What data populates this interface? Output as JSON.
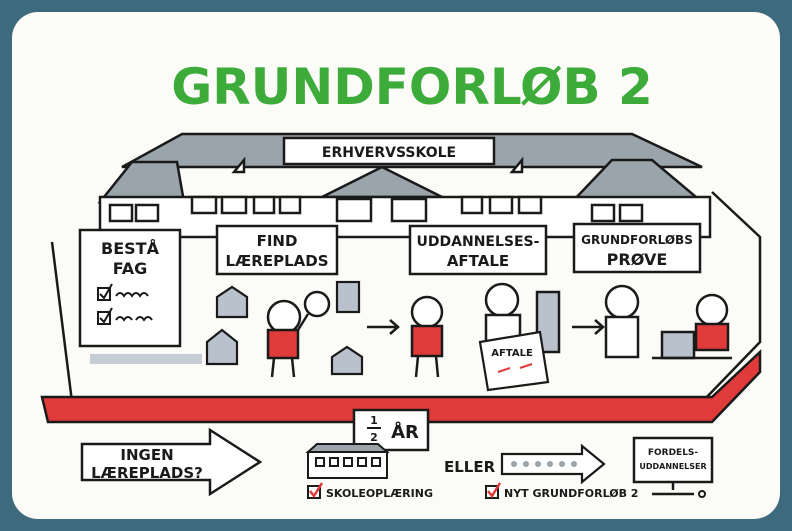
{
  "title": "GRUNDFORLØB 2",
  "building_sign": "ERHVERVSSKOLE",
  "steps": [
    {
      "line1": "BESTÅ",
      "line2": "FAG"
    },
    {
      "line1": "FIND",
      "line2": "LÆREPLADS"
    },
    {
      "line1": "UDDANNELSES-",
      "line2": "AFTALE"
    },
    {
      "line1": "GRUNDFORLØBS",
      "line2": "PRØVE"
    }
  ],
  "contract_label": "AFTALE",
  "duration": {
    "numerator": "1",
    "denominator": "2",
    "unit": "ÅR"
  },
  "no_apprenticeship": {
    "line1": "INGEN",
    "line2": "LÆREPLADS?"
  },
  "or_label": "ELLER",
  "option_school": "SKOLEOPLÆRING",
  "option_gf2": "NYT GRUNDFORLØB 2",
  "priority_programs": {
    "line1": "FORDELS-",
    "line2": "UDDANNELSER"
  },
  "colors": {
    "title": "#3cab3a",
    "band": "#e03a3a",
    "frame": "#3d6a7c"
  }
}
